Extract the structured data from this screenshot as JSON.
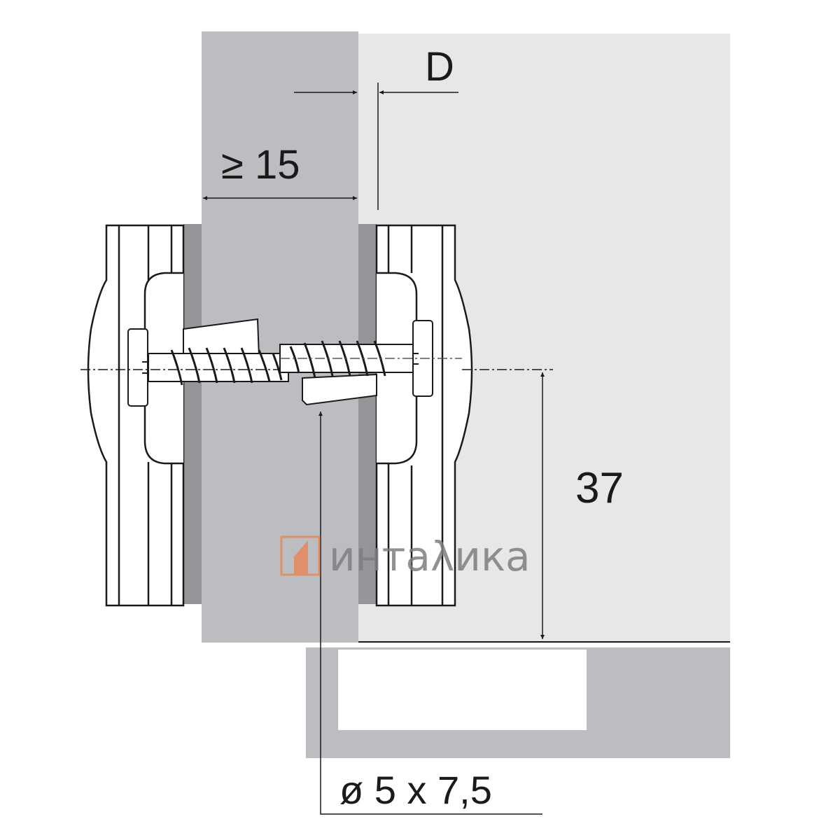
{
  "dimensions": {
    "depth_label": "D",
    "min_thickness_label": "≥ 15",
    "height_label": "37",
    "drill_hole_label": "ø 5 x 7,5"
  },
  "watermark": {
    "text": "интаλика"
  },
  "colors": {
    "board": "#bcbdc0",
    "side_panel": "#e6e7e9",
    "dark_strip": "#949599",
    "logo_accent": "#e8875a",
    "line": "#1a1a1a"
  }
}
